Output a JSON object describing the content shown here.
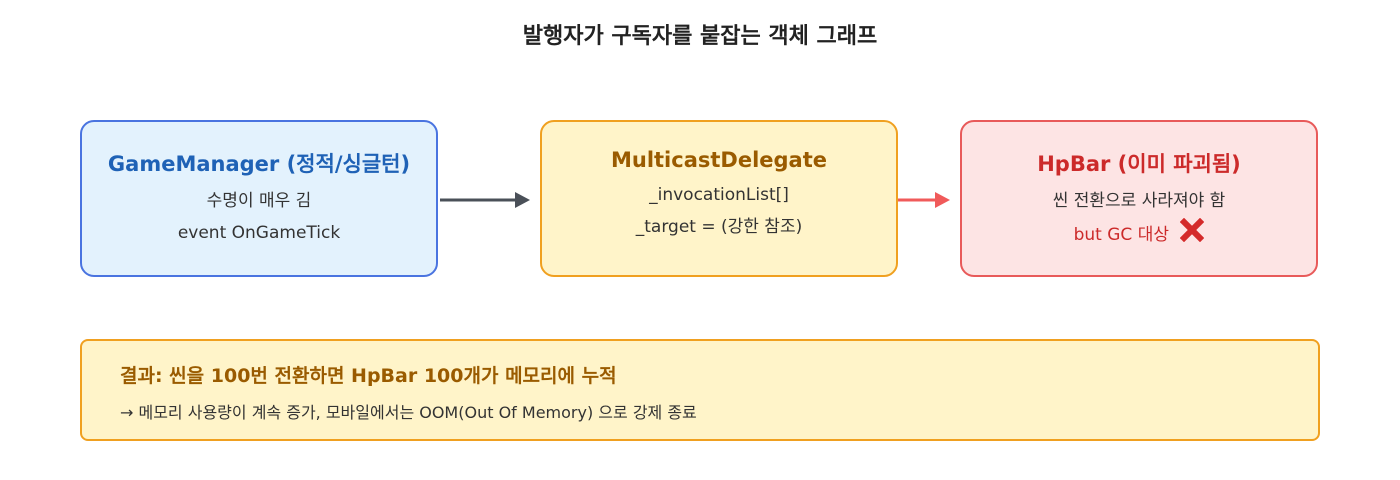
{
  "title": "발행자가 구독자를 붙잡는 객체 그래프",
  "colors": {
    "blue_border": "#4a74e0",
    "blue_fill": "#e3f2fd",
    "orange_border": "#f0a020",
    "orange_fill": "#fff4c9",
    "red_border": "#e85a5a",
    "red_fill": "#fde4e4",
    "dark_arrow": "#4a5058",
    "red_arrow": "#f05a5a"
  },
  "nodes": {
    "game_manager": {
      "title": "GameManager (정적/싱글턴)",
      "line1": "수명이 매우 김",
      "line2": "event OnGameTick"
    },
    "multicast_delegate": {
      "title": "MulticastDelegate",
      "line1": "_invocationList[]",
      "line2": "_target = (강한 참조)"
    },
    "hp_bar": {
      "title": "HpBar (이미 파괴됨)",
      "line1": "씬 전환으로 사라져야 함",
      "line2": "but GC 대상",
      "icon": "cross-mark-icon"
    }
  },
  "result": {
    "title": "결과: 씬을 100번 전환하면 HpBar 100개가 메모리에 누적",
    "line": "→ 메모리 사용량이 계속 증가, 모바일에서는 OOM(Out Of Memory) 으로 강제 종료"
  }
}
